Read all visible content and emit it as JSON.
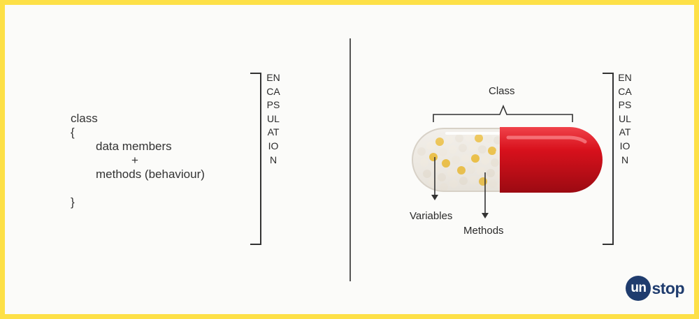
{
  "left_panel": {
    "code_lines": {
      "keyword": "class",
      "open_brace": "{",
      "member_1": "data members",
      "plus": "+",
      "member_2": "methods (behaviour)",
      "close_brace": "}"
    },
    "side_label": "ENCAPSULATION"
  },
  "right_panel": {
    "capsule_label": "Class",
    "pointer_labels": {
      "variables": "Variables",
      "methods": "Methods"
    },
    "side_label": "ENCAPSULATION",
    "capsule_colors": {
      "shell": "#d8111c",
      "beads": "#ece6dc",
      "granules": "#e8b320"
    }
  },
  "brand": {
    "logo_mark": "un",
    "logo_text": "stop",
    "color": "#1f3c6e"
  }
}
